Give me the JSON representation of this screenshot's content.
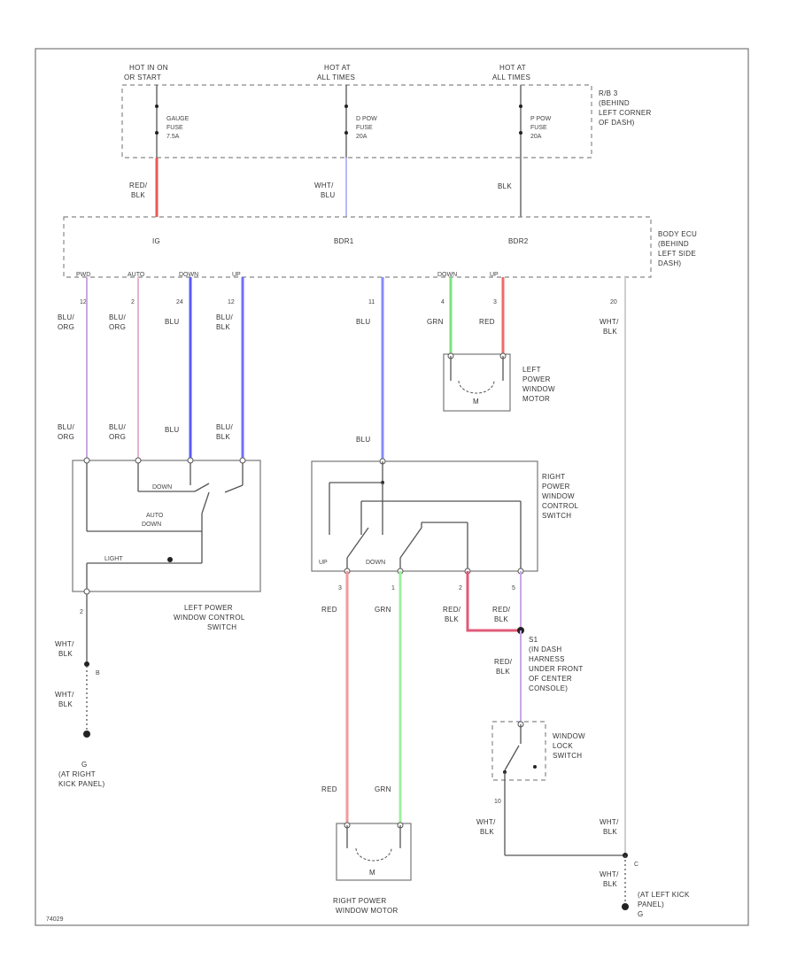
{
  "diagram_id": "74029",
  "fuses": [
    {
      "hot_label": "HOT IN ON",
      "hot_label2": "OR START",
      "name": "GAUGE",
      "name2": "FUSE",
      "rating": "7.5A"
    },
    {
      "hot_label": "HOT AT",
      "hot_label2": "ALL TIMES",
      "name": "D POW",
      "name2": "FUSE",
      "rating": "20A"
    },
    {
      "hot_label": "HOT AT",
      "hot_label2": "ALL TIMES",
      "name": "P POW",
      "name2": "FUSE",
      "rating": "20A"
    }
  ],
  "fuse_box_label": [
    "R/B 3",
    "(BEHIND",
    "LEFT CORNER",
    "OF DASH)"
  ],
  "body_ecu_label": [
    "BODY ECU",
    "(BEHIND",
    "LEFT SIDE",
    "DASH)"
  ],
  "ecu_pins": {
    "ig": "IG",
    "bdr1": "BDR1",
    "bdr2": "BDR2"
  },
  "ecu_terms": [
    "PWD",
    "AUTO",
    "DOWN",
    "UP",
    "",
    "DOWN",
    "UP"
  ],
  "wires": {
    "w1": [
      "RED/",
      "BLK"
    ],
    "w2": [
      "WHT/",
      "BLU"
    ],
    "w3": "BLK",
    "l1": [
      "BLU/",
      "ORG"
    ],
    "l2": [
      "BLU/",
      "ORG"
    ],
    "l3": "BLU",
    "l4": [
      "BLU/",
      "BLK"
    ],
    "r_blu": "BLU",
    "grn": "GRN",
    "red": "RED",
    "wht_blk": [
      "WHT/",
      "BLK"
    ],
    "red_mtr": "RED",
    "grn_mtr": "GRN",
    "red_blk": [
      "RED/",
      "BLK"
    ]
  },
  "pin_numbers": [
    "12",
    "2",
    "24",
    "12",
    "11",
    "4",
    "3",
    "20"
  ],
  "left_switch": {
    "label": [
      "LEFT POWER",
      "WINDOW CONTROL",
      "SWITCH"
    ],
    "down": "DOWN",
    "auto": [
      "AUTO",
      "DOWN"
    ],
    "light": "LIGHT"
  },
  "left_motor": {
    "label": [
      "LEFT",
      "POWER",
      "WINDOW",
      "MOTOR"
    ],
    "symbol": "M"
  },
  "right_switch": {
    "label": [
      "RIGHT",
      "POWER",
      "WINDOW",
      "CONTROL",
      "SWITCH"
    ],
    "up": "UP",
    "down": "DOWN"
  },
  "splice": {
    "name": "S1",
    "label": [
      "(IN DASH",
      "HARNESS",
      "UNDER FRONT",
      "OF CENTER",
      "CONSOLE)"
    ]
  },
  "lock_switch": {
    "label": [
      "WINDOW",
      "LOCK",
      "SWITCH"
    ]
  },
  "right_motor": {
    "label": [
      "RIGHT POWER",
      "WINDOW MOTOR"
    ],
    "symbol": "M"
  },
  "grounds": {
    "g1": "G",
    "g1_label": [
      "(AT RIGHT",
      "KICK PANEL)"
    ],
    "g2": "G",
    "g2_label": [
      "(AT LEFT KICK",
      "PANEL)"
    ]
  }
}
